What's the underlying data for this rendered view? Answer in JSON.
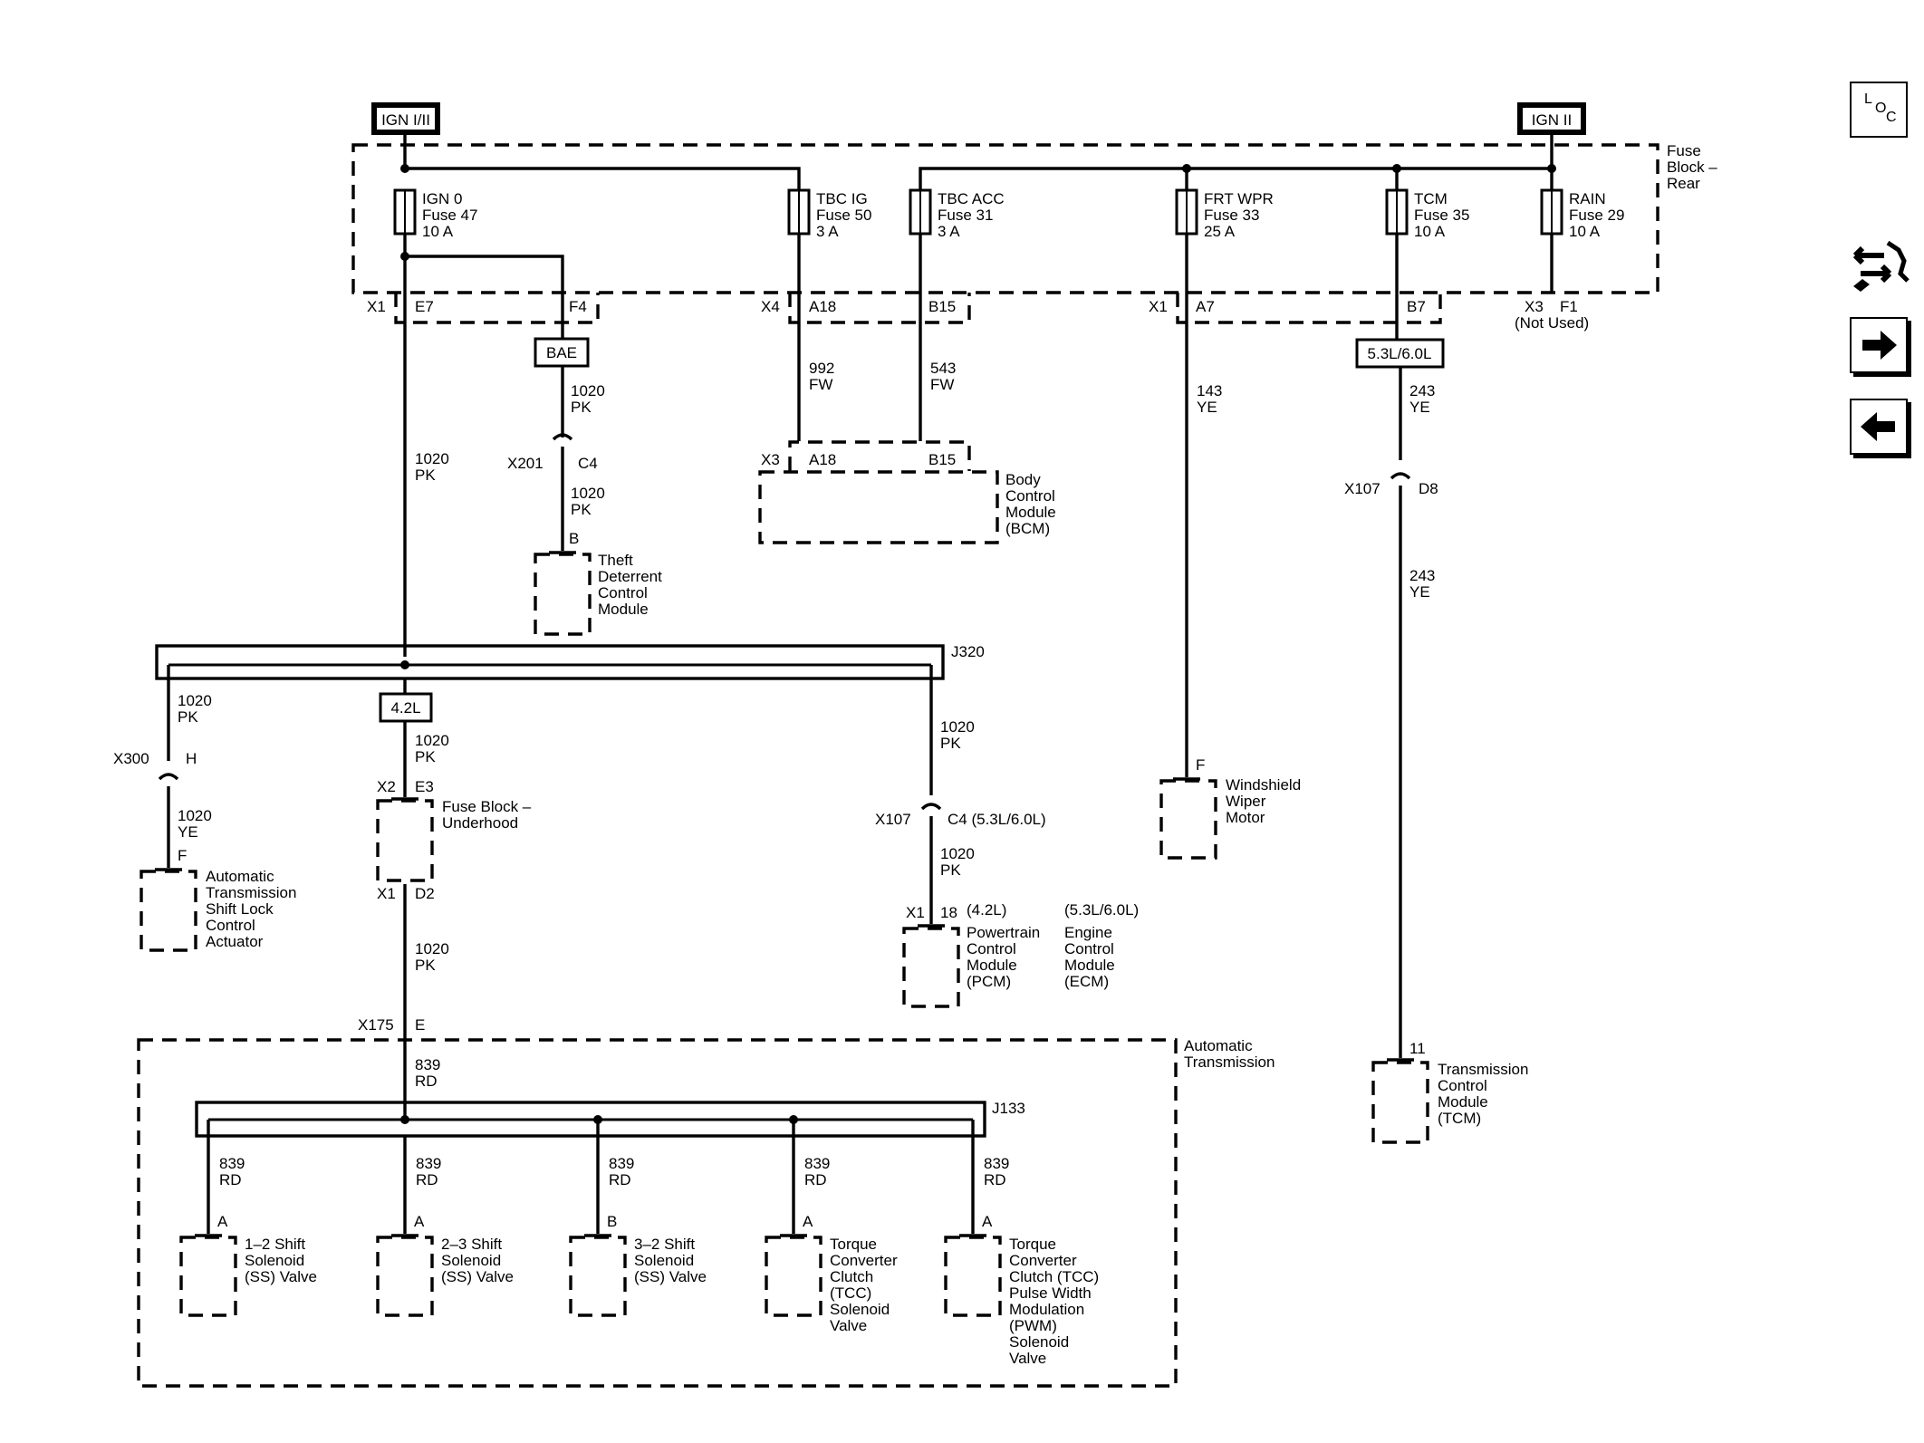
{
  "sources": {
    "left": "IGN I/II",
    "right": "IGN II"
  },
  "fuse_block_rear": {
    "label_line1": "Fuse",
    "label_line2": "Block –",
    "label_line3": "Rear"
  },
  "fuses": [
    {
      "name": "IGN 0",
      "fuse": "Fuse 47",
      "rating": "10 A"
    },
    {
      "name": "TBC IG",
      "fuse": "Fuse 50",
      "rating": "3 A"
    },
    {
      "name": "TBC ACC",
      "fuse": "Fuse 31",
      "rating": "3 A"
    },
    {
      "name": "FRT WPR",
      "fuse": "Fuse 33",
      "rating": "25 A"
    },
    {
      "name": "TCM",
      "fuse": "Fuse 35",
      "rating": "10 A"
    },
    {
      "name": "RAIN",
      "fuse": "Fuse 29",
      "rating": "10 A"
    }
  ],
  "connectors": {
    "x1_top": "X1",
    "e7": "E7",
    "f4": "F4",
    "x4": "X4",
    "a18": "A18",
    "b15": "B15",
    "x1_a7": "X1",
    "a7": "A7",
    "b7": "B7",
    "x3_f1": "X3",
    "f1": "F1",
    "not_used": "(Not Used)",
    "x3_bcm": "X3",
    "a18_bcm": "A18",
    "b15_bcm": "B15",
    "x201": "X201",
    "c4_x201": "C4",
    "b_theft": "B",
    "x107_top": "X107",
    "d8": "D8",
    "pin_11": "11",
    "x300": "X300",
    "h": "H",
    "f_act": "F",
    "x2": "X2",
    "e3": "E3",
    "x1_d2": "X1",
    "d2": "D2",
    "x107_mid": "X107",
    "c4_mid": "C4 (5.3L/6.0L)",
    "x1_18": "X1",
    "pin_18": "18",
    "f_wiper": "F",
    "x175": "X175",
    "e": "E",
    "j320": "J320",
    "j133": "J133",
    "pin_a1": "A",
    "pin_a2": "A",
    "pin_b3": "B",
    "pin_a4": "A",
    "pin_a5": "A"
  },
  "option_boxes": {
    "bae": "BAE",
    "l53_60": "5.3L/6.0L",
    "l42": "4.2L"
  },
  "wires": {
    "w1020_pk_a": {
      "num": "1020",
      "color": "PK"
    },
    "w1020_pk_b": {
      "num": "1020",
      "color": "PK"
    },
    "w1020_pk_c": {
      "num": "1020",
      "color": "PK"
    },
    "w992_fw": {
      "num": "992",
      "color": "FW"
    },
    "w543_fw": {
      "num": "543",
      "color": "FW"
    },
    "w143_ye": {
      "num": "143",
      "color": "YE"
    },
    "w243_ye_a": {
      "num": "243",
      "color": "YE"
    },
    "w243_ye_b": {
      "num": "243",
      "color": "YE"
    },
    "w1020_pk_d": {
      "num": "1020",
      "color": "PK"
    },
    "w1020_ye": {
      "num": "1020",
      "color": "YE"
    },
    "w1020_pk_e": {
      "num": "1020",
      "color": "PK"
    },
    "w1020_pk_f": {
      "num": "1020",
      "color": "PK"
    },
    "w1020_pk_g": {
      "num": "1020",
      "color": "PK"
    },
    "w1020_pk_h": {
      "num": "1020",
      "color": "PK"
    },
    "w839_rd_main": {
      "num": "839",
      "color": "RD"
    },
    "w839_rd_1": {
      "num": "839",
      "color": "RD"
    },
    "w839_rd_2": {
      "num": "839",
      "color": "RD"
    },
    "w839_rd_3": {
      "num": "839",
      "color": "RD"
    },
    "w839_rd_4": {
      "num": "839",
      "color": "RD"
    },
    "w839_rd_5": {
      "num": "839",
      "color": "RD"
    }
  },
  "components": {
    "bcm": [
      "Body",
      "Control",
      "Module",
      "(BCM)"
    ],
    "theft": [
      "Theft",
      "Deterrent",
      "Control",
      "Module"
    ],
    "tcm": [
      "Transmission",
      "Control",
      "Module",
      "(TCM)"
    ],
    "shift_lock": [
      "Automatic",
      "Transmission",
      "Shift Lock",
      "Control",
      "Actuator"
    ],
    "fuse_block_underhood": [
      "Fuse Block –",
      "Underhood"
    ],
    "pcm": [
      "Powertrain",
      "Control",
      "Module",
      "(PCM)"
    ],
    "pcm_variant": "(4.2L)",
    "ecm": [
      "Engine",
      "Control",
      "Module",
      "(ECM)"
    ],
    "ecm_variant": "(5.3L/6.0L)",
    "wiper": [
      "Windshield",
      "Wiper",
      "Motor"
    ],
    "auto_trans": [
      "Automatic",
      "Transmission"
    ],
    "ss12": [
      "1–2 Shift",
      "Solenoid",
      "(SS) Valve"
    ],
    "ss23": [
      "2–3 Shift",
      "Solenoid",
      "(SS) Valve"
    ],
    "ss32": [
      "3–2 Shift",
      "Solenoid",
      "(SS) Valve"
    ],
    "tcc": [
      "Torque",
      "Converter",
      "Clutch",
      "(TCC)",
      "Solenoid",
      "Valve"
    ],
    "tcc_pwm": [
      "Torque",
      "Converter",
      "Clutch (TCC)",
      "Pulse Width",
      "Modulation",
      "(PWM)",
      "Solenoid",
      "Valve"
    ]
  },
  "nav": {
    "loc_l": "L",
    "loc_o": "O",
    "loc_c": "C",
    "icons": [
      "location-icon",
      "service-tools-icon",
      "next-arrow-icon",
      "previous-arrow-icon"
    ]
  }
}
